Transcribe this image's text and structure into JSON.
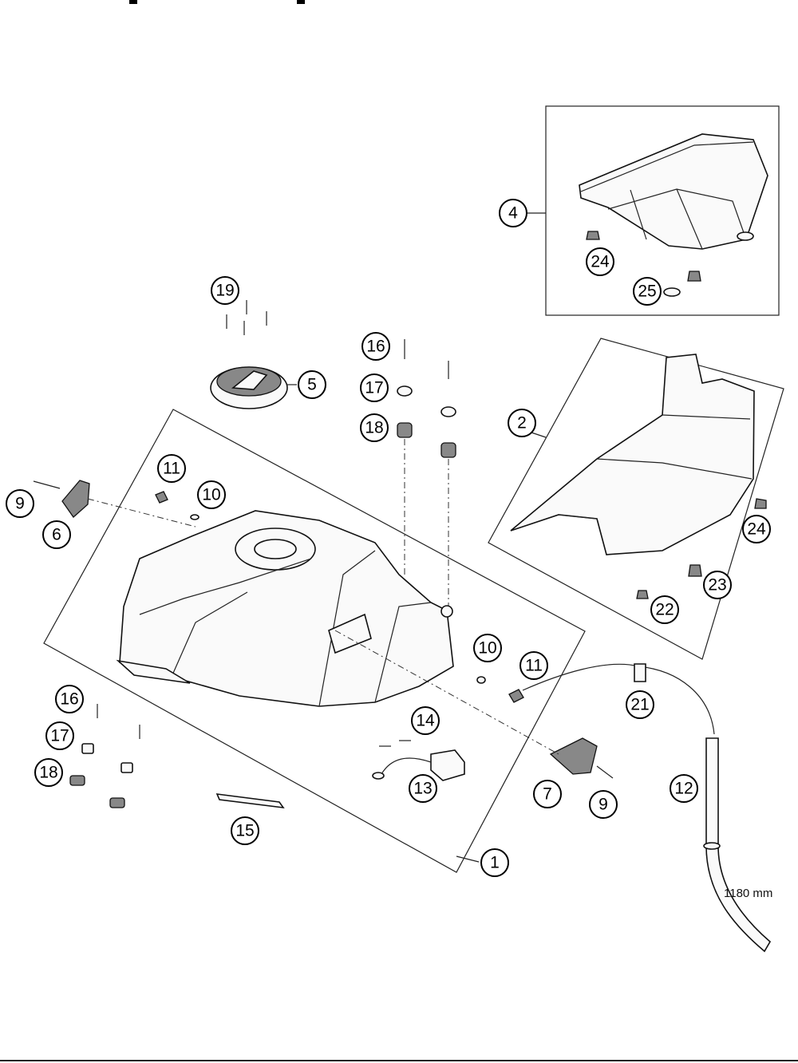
{
  "diagram": {
    "callouts": {
      "c1": "1",
      "c2": "2",
      "c4": "4",
      "c5": "5",
      "c6": "6",
      "c7": "7",
      "c9a": "9",
      "c9b": "9",
      "c10a": "10",
      "c10b": "10",
      "c11a": "11",
      "c11b": "11",
      "c12": "12",
      "c13": "13",
      "c14": "14",
      "c15": "15",
      "c16a": "16",
      "c16b": "16",
      "c17a": "17",
      "c17b": "17",
      "c18a": "18",
      "c18b": "18",
      "c19": "19",
      "c21": "21",
      "c22": "22",
      "c23": "23",
      "c24a": "24",
      "c24b": "24",
      "c25": "25"
    },
    "hose_length_label": "1180 mm"
  }
}
